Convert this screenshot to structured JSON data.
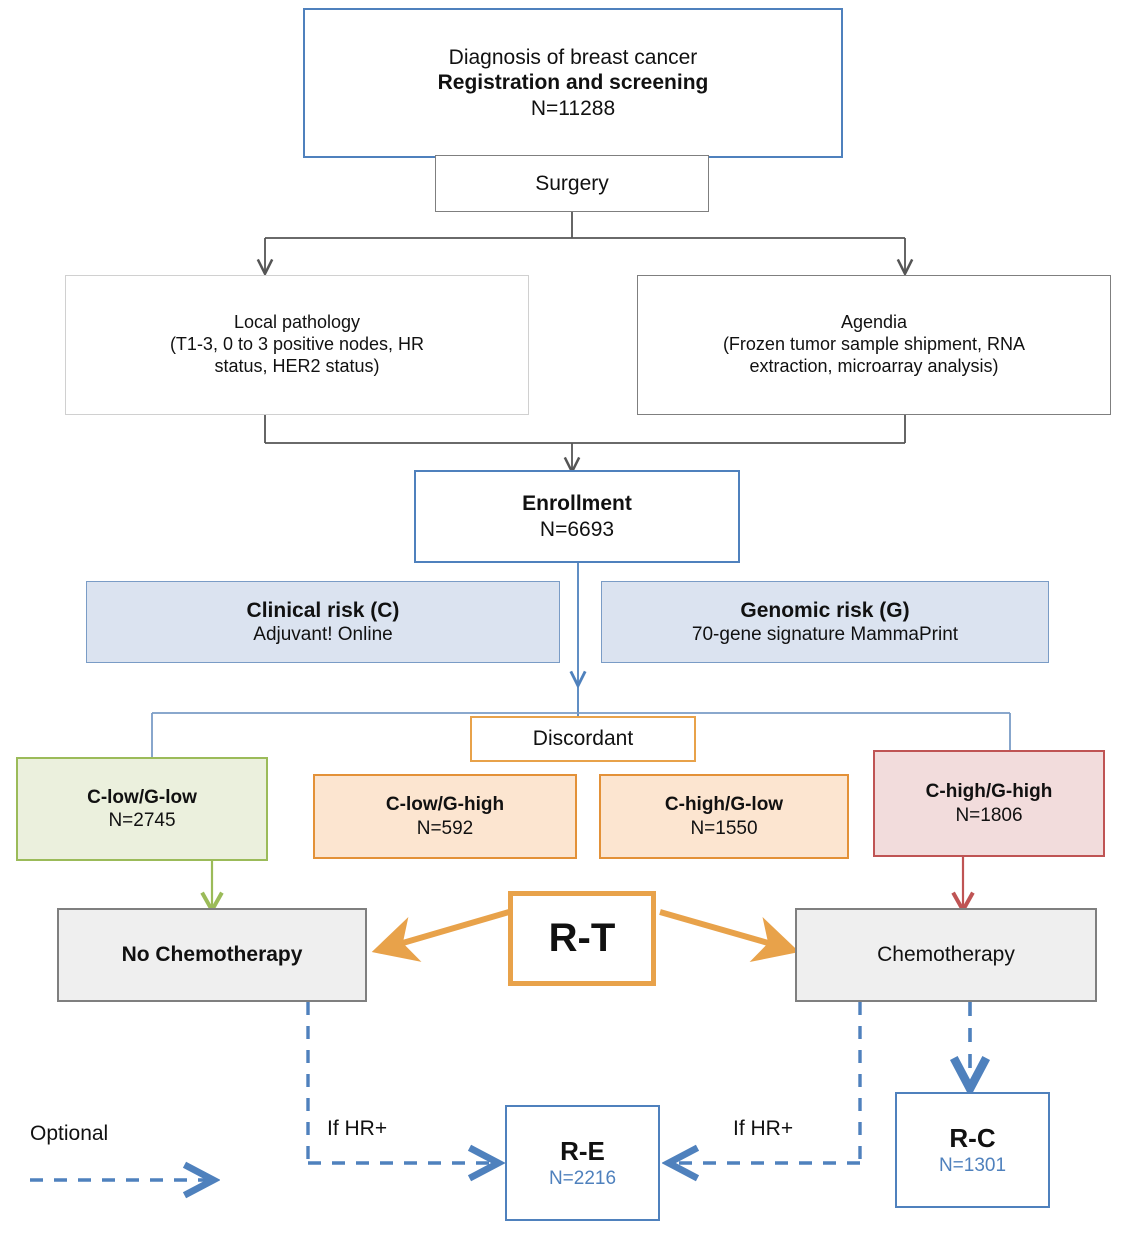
{
  "diagram": {
    "title_node": {
      "line1": "Diagnosis of breast cancer",
      "line2": "Registration and screening",
      "line3": "N=11288"
    },
    "surgery": {
      "label": "Surgery"
    },
    "local_pathology": {
      "line1": "Local pathology",
      "line2": "(T1-3, 0 to 3 positive nodes, HR",
      "line3": "status, HER2 status)"
    },
    "agendia": {
      "line1": "Agendia",
      "line2": "(Frozen tumor sample shipment, RNA",
      "line3": "extraction, microarray analysis)"
    },
    "enrollment": {
      "line1": "Enrollment",
      "line2": "N=6693"
    },
    "clinical_risk": {
      "line1": "Clinical risk (C)",
      "line2": "Adjuvant! Online"
    },
    "genomic_risk": {
      "line1": "Genomic risk (G)",
      "line2": "70-gene signature MammaPrint"
    },
    "discordant": {
      "label": "Discordant"
    },
    "groups": [
      {
        "name": "C-low/G-low",
        "n": "N=2745"
      },
      {
        "name": "C-low/G-high",
        "n": "N=592"
      },
      {
        "name": "C-high/G-low",
        "n": "N=1550"
      },
      {
        "name": "C-high/G-high",
        "n": "N=1806"
      }
    ],
    "no_chemo": {
      "label": "No Chemotherapy"
    },
    "chemo": {
      "label": "Chemotherapy"
    },
    "rt": {
      "label": "R-T"
    },
    "re": {
      "line1": "R-E",
      "line2": "N=2216"
    },
    "rc": {
      "line1": "R-C",
      "line2": "N=1301"
    },
    "legend": {
      "label": "Optional"
    },
    "hr_left": {
      "label": "If HR+"
    },
    "hr_right": {
      "label": "If HR+"
    },
    "colors": {
      "blue_border": "#4f81bd",
      "blue_fill": "#dbe3f0",
      "gray_border": "#7f7f7f",
      "gray_fill": "#efefef",
      "green_border": "#9bbb59",
      "green_fill": "#ebf0dd",
      "orange_border": "#e39138",
      "orange_fill": "#fce5d0",
      "red_border": "#bf5454",
      "red_fill": "#f2dcdc",
      "dashed_blue": "#4f81bd"
    }
  }
}
